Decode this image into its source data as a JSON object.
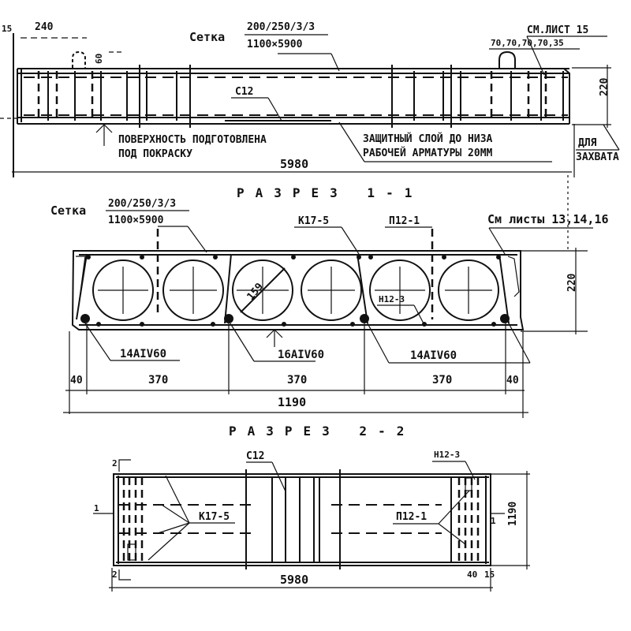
{
  "drawing": {
    "elevation": {
      "mesh_label": "Сетка",
      "mesh_spec_top": "200/250/3/3",
      "mesh_spec_bottom": "1100×5900",
      "dim_left_offset": "15",
      "dim_240": "240",
      "dim_60": "60",
      "ref_sheet": "СМ.ЛИСТ 15",
      "spacing": "70,70,70,70,35",
      "rebar_c12": "С12",
      "height": "220",
      "note_surface_line1": "ПОВЕРХНОСТЬ ПОДГОТОВЛЕНА",
      "note_surface_line2": "ПОД ПОКРАСКУ",
      "note_cover_line1": "ЗАЩИТНЫЙ СЛОЙ ДО НИЗА",
      "note_cover_line2": "РАБОЧЕЙ АРМАТУРЫ 20ММ",
      "note_grip_line1": "ДЛЯ",
      "note_grip_line2": "ЗАХВАТА",
      "length": "5980"
    },
    "section_1_1": {
      "title": "РАЗРЕЗ 1-1",
      "mesh_label": "Сетка",
      "mesh_spec_top": "200/250/3/3",
      "mesh_spec_bottom": "1100×5900",
      "frame_k": "К17-5",
      "frame_p": "П12-1",
      "ref_sheets": "См листы 13,14,16",
      "hole_diameter": "159",
      "mesh_n": "Н12-3",
      "rebar_left": "14AIV60",
      "rebar_mid": "16AIV60",
      "rebar_right": "14AIV60",
      "height": "220",
      "dim_edge_left": "40",
      "dim_bay_1": "370",
      "dim_bay_2": "370",
      "dim_bay_3": "370",
      "dim_edge_right": "40",
      "width": "1190"
    },
    "section_2_2": {
      "title": "РАЗРЕЗ 2-2",
      "rebar_c12": "С12",
      "mesh_n": "Н12-3",
      "frame_k": "К17-5",
      "frame_p": "П12-1",
      "section_mark_top": "2",
      "section_mark_bottom": "2",
      "section_mark_left": "1",
      "section_mark_right": "1",
      "width": "1190",
      "length": "5980",
      "dim_end": "40",
      "dim_end_offset": "15"
    }
  }
}
